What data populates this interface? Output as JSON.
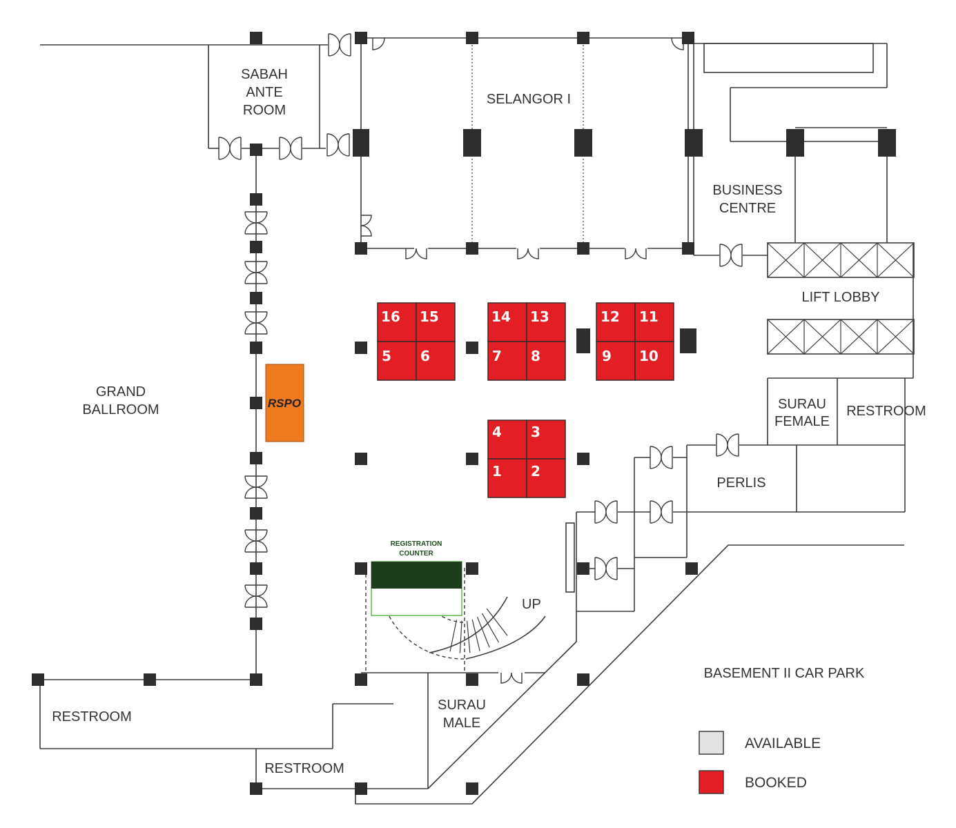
{
  "rooms": {
    "sabah_ante_room": [
      "SABAH",
      "ANTE",
      "ROOM"
    ],
    "selangor": "SELANGOR I",
    "business_centre": [
      "BUSINESS",
      "CENTRE"
    ],
    "lift_lobby": "LIFT LOBBY",
    "grand_ballroom": [
      "GRAND",
      "BALLROOM"
    ],
    "surau_female": [
      "SURAU",
      "FEMALE"
    ],
    "restroom_east": "RESTROOM",
    "perlis": "PERLIS",
    "restroom_west": "RESTROOM",
    "restroom_south": "RESTROOM",
    "surau_male": [
      "SURAU",
      "MALE"
    ],
    "basement_car_park": "BASEMENT II CAR PARK"
  },
  "stair_label": "UP",
  "registration_counter": [
    "REGISTRATION",
    "COUNTER"
  ],
  "sponsor_booth": {
    "label": "RSPO",
    "color": "#f07a20"
  },
  "booths": {
    "status": "booked",
    "color": "#e31e24",
    "numbers": [
      "1",
      "2",
      "3",
      "4",
      "5",
      "6",
      "7",
      "8",
      "9",
      "10",
      "11",
      "12",
      "13",
      "14",
      "15",
      "16"
    ]
  },
  "legend": {
    "items": [
      {
        "label": "AVAILABLE",
        "color": "#e3e3e4"
      },
      {
        "label": "BOOKED",
        "color": "#e31e24"
      }
    ]
  }
}
